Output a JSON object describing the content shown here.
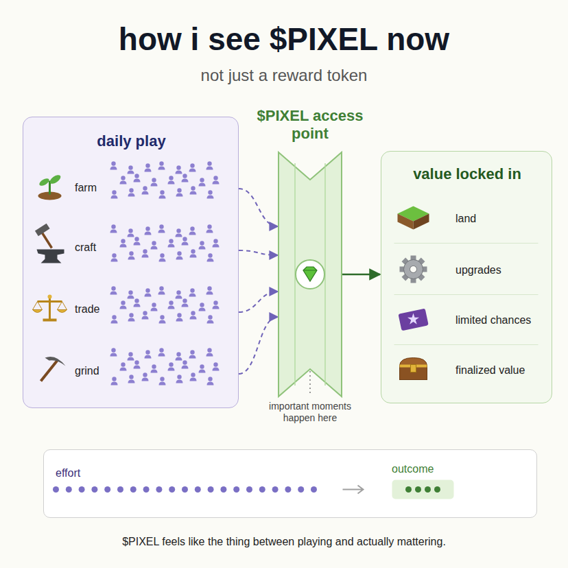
{
  "diagram": {
    "title": "how i see $PIXEL now",
    "caption": "$PIXEL feels like the thing between playing and actually mattering.",
    "nodes": [
      {
        "text": [
          "daily play",
          "farm",
          "craft",
          "trade",
          "grind"
        ]
      },
      {
        "text": [
          "$PIXEL access point"
        ]
      },
      {
        "text": [
          "value locked in",
          "land",
          "upgrades",
          "limited chances",
          "finalized value"
        ]
      },
      {
        "text": [
          "effort",
          "outcome"
        ]
      }
    ],
    "edges": [
      {
        "from": 0,
        "to": 1,
        "arrow": "to"
      },
      {
        "from": 0,
        "to": 1,
        "arrow": "to"
      },
      {
        "from": 0,
        "to": 1,
        "arrow": "to"
      },
      {
        "from": 0,
        "to": 1,
        "arrow": "to"
      },
      {
        "from": 1,
        "to": 2,
        "arrow": "to"
      }
    ],
    "labels": [
      "not just a reward token",
      "important moments happen here"
    ]
  }
}
